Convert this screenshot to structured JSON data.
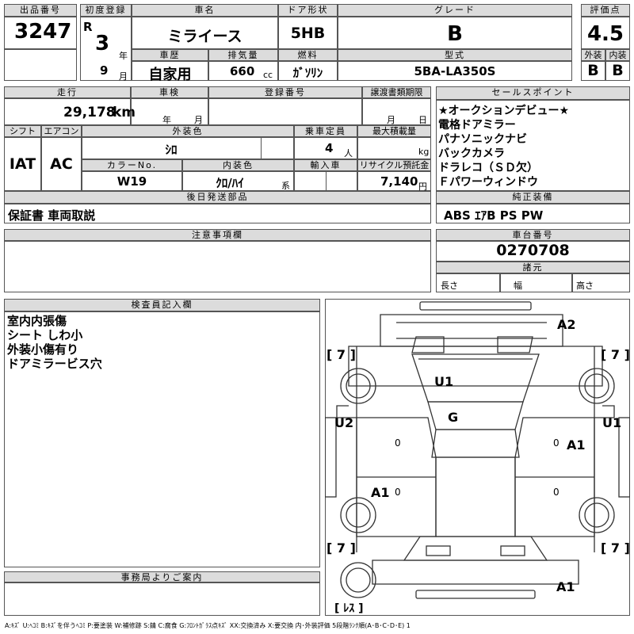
{
  "header": {
    "lot_label": "出品番号",
    "lot": "3247",
    "reg_label": "初度登録",
    "era": "R",
    "year": "3",
    "year_unit": "年",
    "month": "9",
    "month_unit": "月",
    "name_label": "車名",
    "name": "ミライース",
    "door_label": "ドア形状",
    "door": "5HB",
    "grade_label": "グレード",
    "grade": "B",
    "score_label": "評価点",
    "score": "4.5",
    "history_label": "車歴",
    "history": "自家用",
    "displacement_label": "排気量",
    "displacement": "660",
    "cc": "cc",
    "fuel_label": "燃料",
    "fuel": "ｶﾞｿﾘﾝ",
    "model_label": "型式",
    "model": "5BA-LA350S",
    "ext_label": "外装",
    "ext_grade": "B",
    "int_label": "内装",
    "int_grade": "B"
  },
  "spec": {
    "mileage_label": "走行",
    "mileage": "29,178",
    "km": "km",
    "inspection_label": "車検",
    "insp_year": "年",
    "insp_month": "月",
    "regno_label": "登録番号",
    "transfer_label": "譲渡書類期限",
    "tr_month": "月",
    "tr_day": "日",
    "shift_label": "シフト",
    "shift": "IAT",
    "ac_label": "エアコン",
    "ac": "AC",
    "color_label": "外装色",
    "color": "ｼﾛ",
    "capacity_label": "乗車定員",
    "capacity": "4",
    "cap_unit": "人",
    "load_label": "最大積載量",
    "load_unit": "kg",
    "colorno_label": "カラーNo.",
    "colorno": "W19",
    "interior_label": "内装色",
    "interior": "ｸﾛ/ﾊｲ",
    "interior_sys": "系",
    "import_label": "輸入車",
    "recycle_label": "リサイクル預託金",
    "recycle": "7,140",
    "yen": "円"
  },
  "sales_points": {
    "label": "セールスポイント",
    "items": [
      "★オークションデビュー★",
      "電格ドアミラー",
      "パナソニックナビ",
      "バックカメラ",
      "ドラレコ（ＳＤ欠）",
      "Ｆパワーウィンドウ"
    ]
  },
  "deferred": {
    "label": "後日発送部品",
    "value": "保証書 車両取説"
  },
  "equipment": {
    "label": "純正装備",
    "value": "ABS ｴｱB PS PW"
  },
  "notes": {
    "label": "注意事項欄"
  },
  "chassis": {
    "label": "車台番号",
    "value": "0270708"
  },
  "dims": {
    "label": "諸元",
    "length": "長さ",
    "width": "幅",
    "height": "高さ"
  },
  "inspector": {
    "label": "検査員記入欄",
    "items": [
      "室内内張傷",
      "シート しわ小",
      "外装小傷有り",
      "ドアミラービス穴"
    ]
  },
  "office": {
    "label": "事務局よりご案内"
  },
  "diagram": {
    "marks": {
      "a2_top": "A2",
      "u1_roof": "U1",
      "g_glass": "G",
      "u2_left": "U2",
      "u1_right": "U1",
      "a1_right": "A1",
      "a1_left": "A1",
      "a1_bottom": "A1"
    },
    "tire_tl": "[ 7 ]",
    "tire_tr": "[ 7 ]",
    "tire_bl": "[ 7 ]",
    "tire_br": "[ 7 ]",
    "spare": "[ ﾚｽ ]",
    "zero_left": "0",
    "zero_right": "0",
    "zero_left2": "0",
    "zero_right2": "0"
  },
  "legend": "A:ｷｽﾞ U:ﾍｺﾐ B:ｷｽﾞを伴うﾍｺﾐ P:要塗装 W:補修跡 S:錆 C:腐食 G:ﾌﾛﾝﾄｶﾞﾗｽ点ｷｽﾞ XX:交換済み X:要交換 内･外装評価 5段階ﾗﾝｸ順(A･B･C･D･E) 1"
}
